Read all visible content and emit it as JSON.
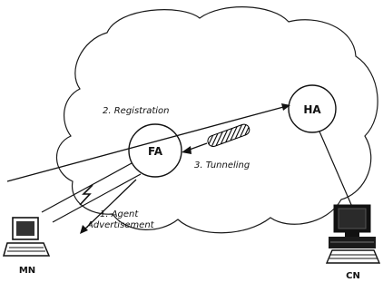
{
  "nodes": {
    "ha": {
      "label": "HA"
    },
    "fa": {
      "label": "FA"
    },
    "mn": {
      "label": "MN"
    },
    "cn": {
      "label": "CN"
    }
  },
  "steps": {
    "registration": "2. Registration",
    "tunneling": "3. Tunneling",
    "advertisement_line1": "1. Agent",
    "advertisement_line2": "Advertisement"
  }
}
